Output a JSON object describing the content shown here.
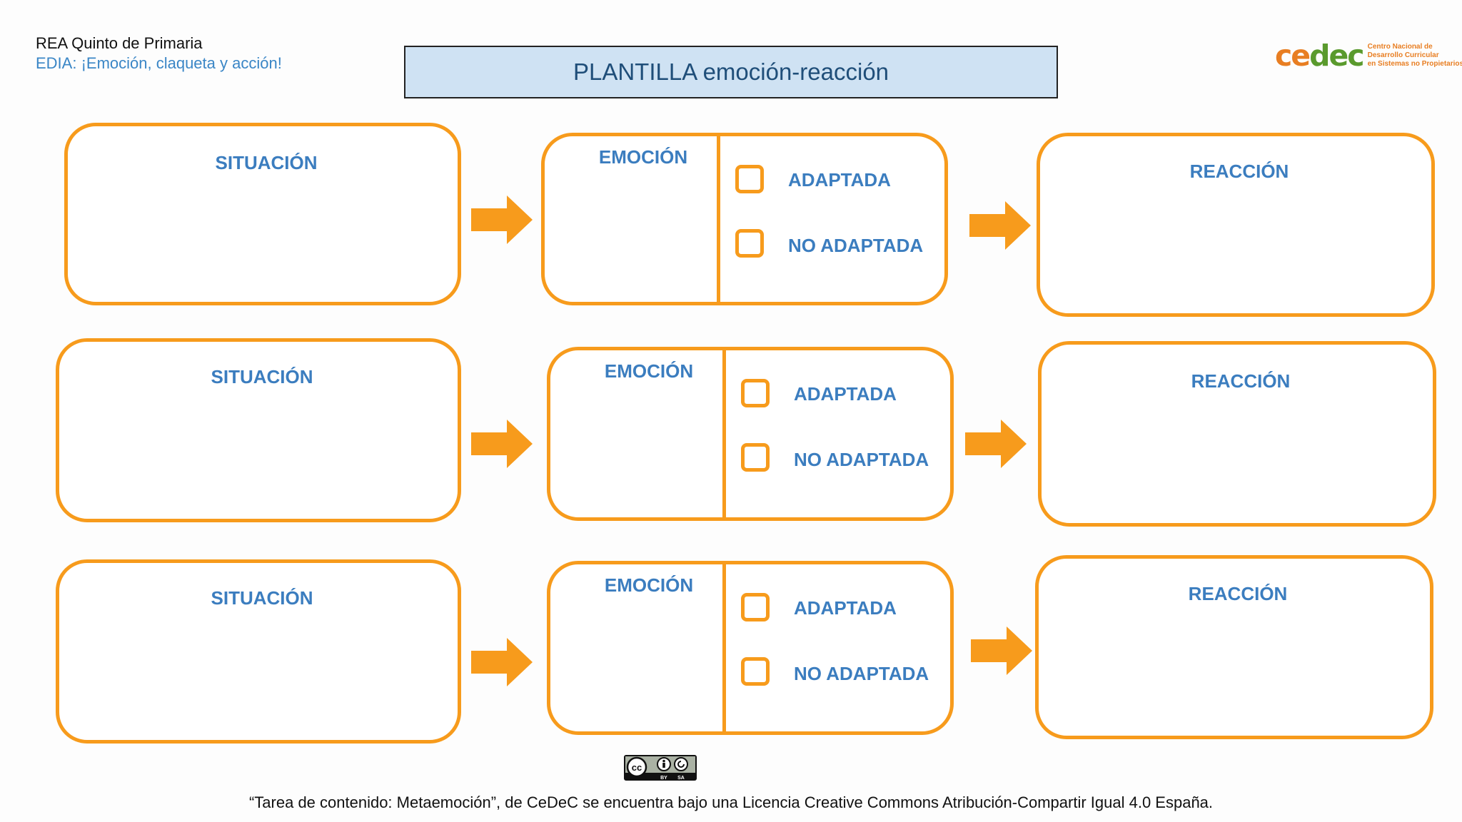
{
  "header": {
    "title": "REA Quinto de Primaria",
    "subtitle": "EDIA: ¡Emoción, claqueta y acción!"
  },
  "template_title": "PLANTILLA emoción-reacción",
  "logo": {
    "word": "cedec",
    "lines": [
      "Centro Nacional de",
      "Desarrollo Curricular",
      "en Sistemas no Propietarios"
    ]
  },
  "rows": [
    {
      "situation": "SITUACIÓN",
      "emotion": "EMOCIÓN",
      "option_adapted": "ADAPTADA",
      "option_not_adapted": "NO ADAPTADA",
      "reaction": "REACCIÓN"
    },
    {
      "situation": "SITUACIÓN",
      "emotion": "EMOCIÓN",
      "option_adapted": "ADAPTADA",
      "option_not_adapted": "NO ADAPTADA",
      "reaction": "REACCIÓN"
    },
    {
      "situation": "SITUACIÓN",
      "emotion": "EMOCIÓN",
      "option_adapted": "ADAPTADA",
      "option_not_adapted": "NO ADAPTADA",
      "reaction": "REACCIÓN"
    }
  ],
  "license_badge": {
    "icon": "creative-commons-by-sa-icon",
    "marks": [
      "BY",
      "SA"
    ]
  },
  "footer": "“Tarea de contenido: Metaemoción”, de CeDeC se encuentra bajo una Licencia Creative Commons Atribución-Compartir Igual 4.0 España.",
  "colors": {
    "accent": "#f79b1c",
    "label": "#3b7dbf",
    "title_bg": "#cfe2f3",
    "title_text": "#1f4e79"
  }
}
